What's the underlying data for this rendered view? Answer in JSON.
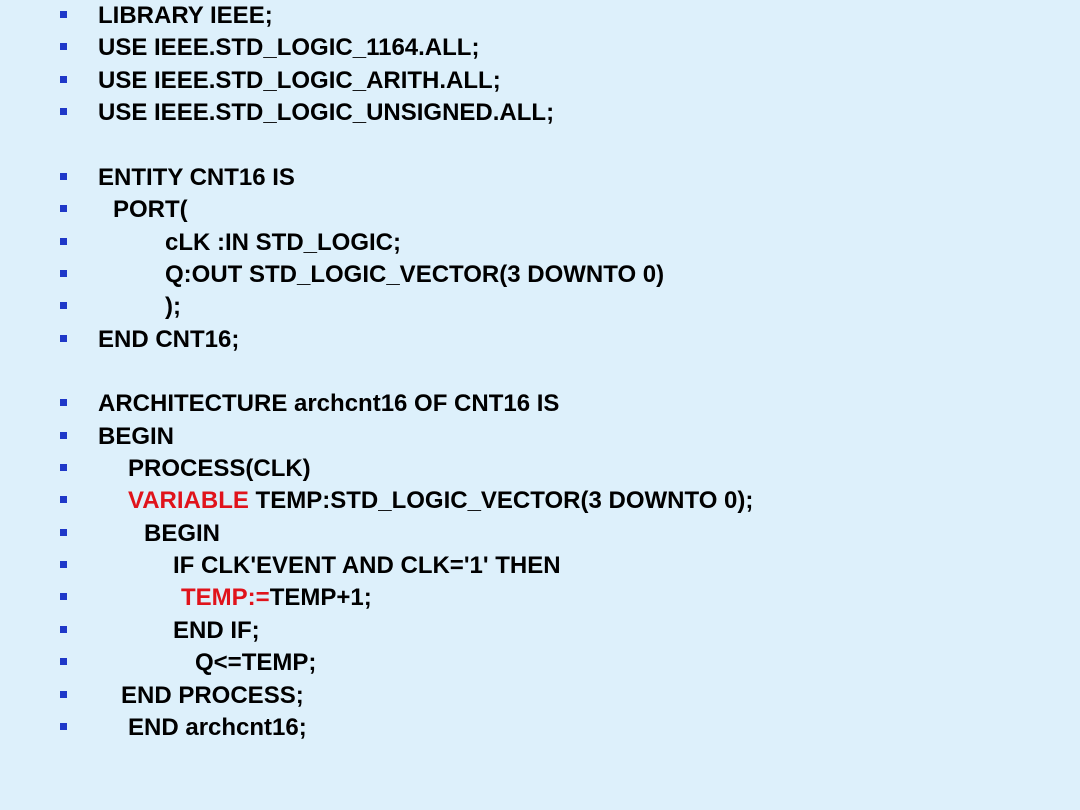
{
  "lines": [
    {
      "parts": [
        {
          "text": "LIBRARY IEEE;"
        }
      ]
    },
    {
      "parts": [
        {
          "text": "USE IEEE.STD_LOGIC_1164.ALL;"
        }
      ]
    },
    {
      "parts": [
        {
          "text": "USE IEEE.STD_LOGIC_ARITH.ALL;"
        }
      ]
    },
    {
      "parts": [
        {
          "text": "USE IEEE.STD_LOGIC_UNSIGNED.ALL;"
        }
      ]
    },
    {
      "parts": [
        {
          "text": "ENTITY CNT16 IS"
        }
      ]
    },
    {
      "parts": [
        {
          "text": "PORT("
        }
      ]
    },
    {
      "parts": [
        {
          "text": "cLK :IN STD_LOGIC;"
        }
      ]
    },
    {
      "parts": [
        {
          "text": "Q:OUT STD_LOGIC_VECTOR(3 DOWNTO 0)"
        }
      ]
    },
    {
      "parts": [
        {
          "text": ");"
        }
      ]
    },
    {
      "parts": [
        {
          "text": "END CNT16;"
        }
      ]
    },
    {
      "parts": [
        {
          "text": "ARCHITECTURE archcnt16 OF CNT16 IS"
        }
      ]
    },
    {
      "parts": [
        {
          "text": "BEGIN"
        }
      ]
    },
    {
      "parts": [
        {
          "text": "PROCESS(CLK)"
        }
      ]
    },
    {
      "parts": [
        {
          "text": "VARIABLE",
          "color": "#e0131b"
        },
        {
          "text": " TEMP:STD_LOGIC_VECTOR(3 DOWNTO 0);"
        }
      ]
    },
    {
      "parts": [
        {
          "text": "BEGIN"
        }
      ]
    },
    {
      "parts": [
        {
          "text": "IF CLK'EVENT AND CLK='1' THEN"
        }
      ]
    },
    {
      "parts": [
        {
          "text": "TEMP:=",
          "color": "#e0131b"
        },
        {
          "text": "TEMP+1;"
        }
      ]
    },
    {
      "parts": [
        {
          "text": "END IF;"
        }
      ]
    },
    {
      "parts": [
        {
          "text": "Q<=TEMP;"
        }
      ]
    },
    {
      "parts": [
        {
          "text": "END PROCESS;"
        }
      ]
    },
    {
      "parts": [
        {
          "text": "END archcnt16;"
        }
      ]
    }
  ],
  "colors": {
    "background": "#ddf0fb",
    "bullet": "#1f38c8",
    "keyword_red": "#e0131b"
  }
}
